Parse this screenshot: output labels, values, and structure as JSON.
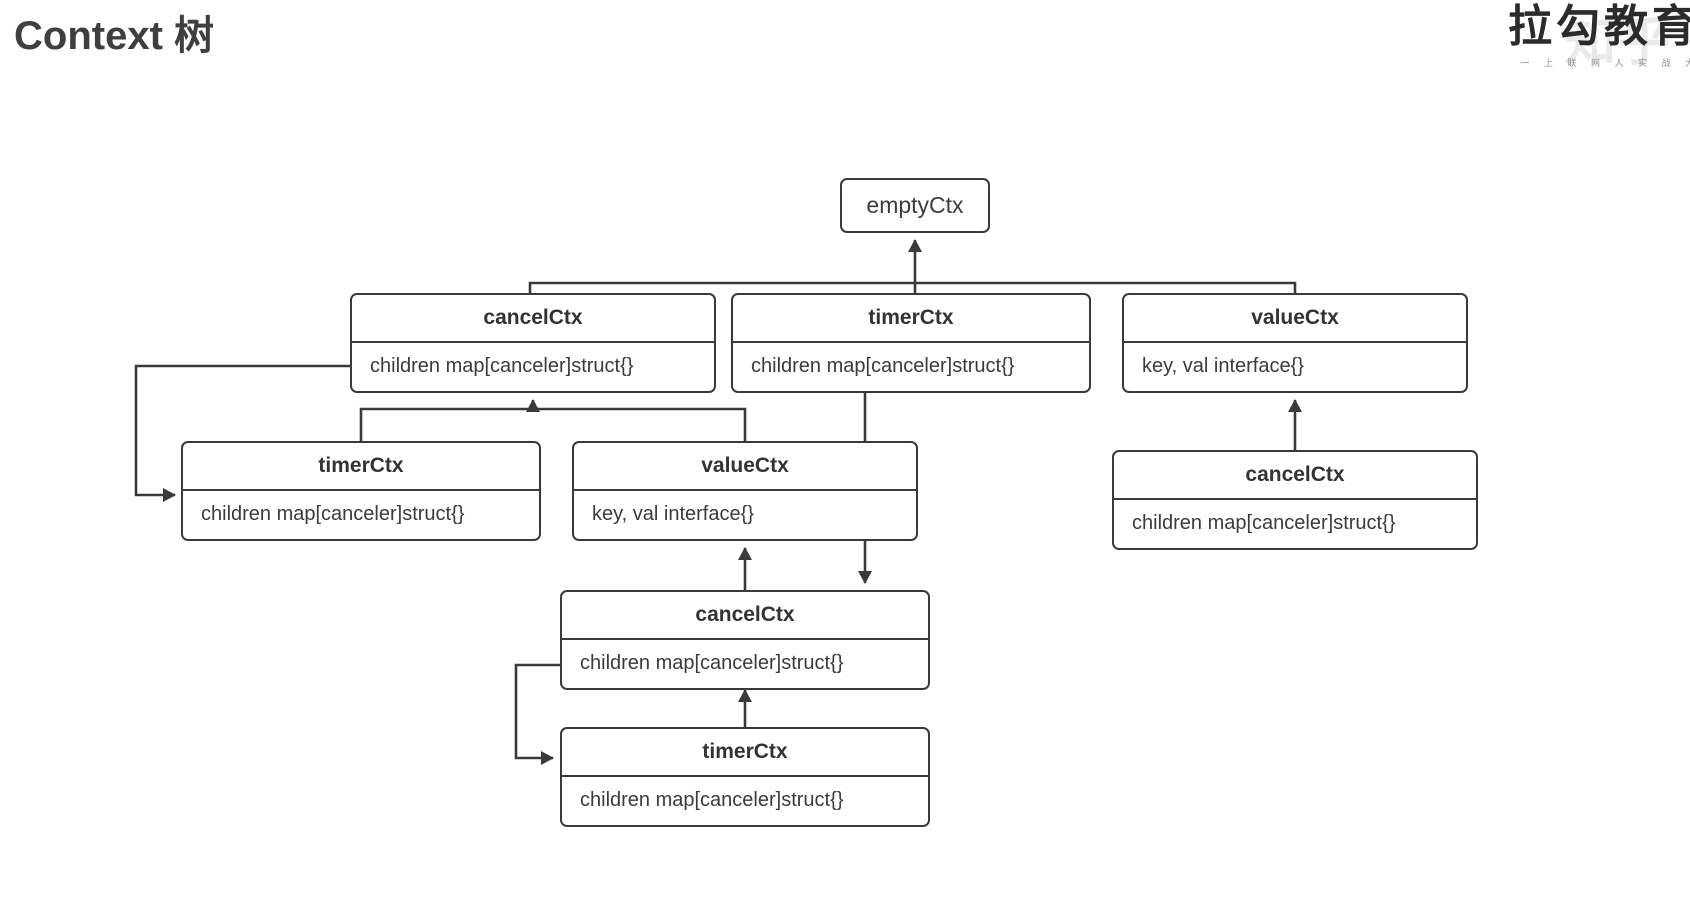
{
  "page": {
    "title": "Context 树",
    "background": "#ffffff",
    "line_color": "#3a3a3a",
    "text_color": "#333333"
  },
  "brand": {
    "name": "拉勾教育",
    "tagline": "一 上 联 网 人 实 战 大",
    "watermark": "知乎"
  },
  "diagram": {
    "type": "tree",
    "nodes": [
      {
        "id": "root-empty-ctx",
        "title": "emptyCtx",
        "body": "",
        "style": "simple"
      },
      {
        "id": "l2-cancel-ctx",
        "title": "cancelCtx",
        "body": "children map[canceler]struct{}",
        "style": "split"
      },
      {
        "id": "l2-timer-ctx",
        "title": "timerCtx",
        "body": "children map[canceler]struct{}",
        "style": "split"
      },
      {
        "id": "l2-value-ctx",
        "title": "valueCtx",
        "body": "key, val interface{}",
        "style": "split"
      },
      {
        "id": "l3-timer-ctx",
        "title": "timerCtx",
        "body": "children map[canceler]struct{}",
        "style": "split"
      },
      {
        "id": "l3-value-ctx",
        "title": "valueCtx",
        "body": "key, val interface{}",
        "style": "split"
      },
      {
        "id": "l3-cancel-ctx-right",
        "title": "cancelCtx",
        "body": "children map[canceler]struct{}",
        "style": "split"
      },
      {
        "id": "l4-cancel-ctx",
        "title": "cancelCtx",
        "body": "children map[canceler]struct{}",
        "style": "split"
      },
      {
        "id": "l5-timer-ctx",
        "title": "timerCtx",
        "body": "children map[canceler]struct{}",
        "style": "split"
      }
    ],
    "edges": [
      {
        "from": "l2-cancel-ctx",
        "to": "root-empty-ctx"
      },
      {
        "from": "l2-timer-ctx",
        "to": "root-empty-ctx"
      },
      {
        "from": "l2-value-ctx",
        "to": "root-empty-ctx"
      },
      {
        "from": "l3-timer-ctx",
        "to": "l2-cancel-ctx"
      },
      {
        "from": "l3-value-ctx",
        "to": "l2-cancel-ctx"
      },
      {
        "from": "l2-cancel-ctx",
        "to": "l3-timer-ctx"
      },
      {
        "from": "l3-cancel-ctx-right",
        "to": "l2-value-ctx"
      },
      {
        "from": "l2-timer-ctx",
        "to": "l4-cancel-ctx"
      },
      {
        "from": "l4-cancel-ctx",
        "to": "l3-value-ctx"
      },
      {
        "from": "l5-timer-ctx",
        "to": "l4-cancel-ctx"
      },
      {
        "from": "l4-cancel-ctx",
        "to": "l5-timer-ctx"
      }
    ]
  }
}
